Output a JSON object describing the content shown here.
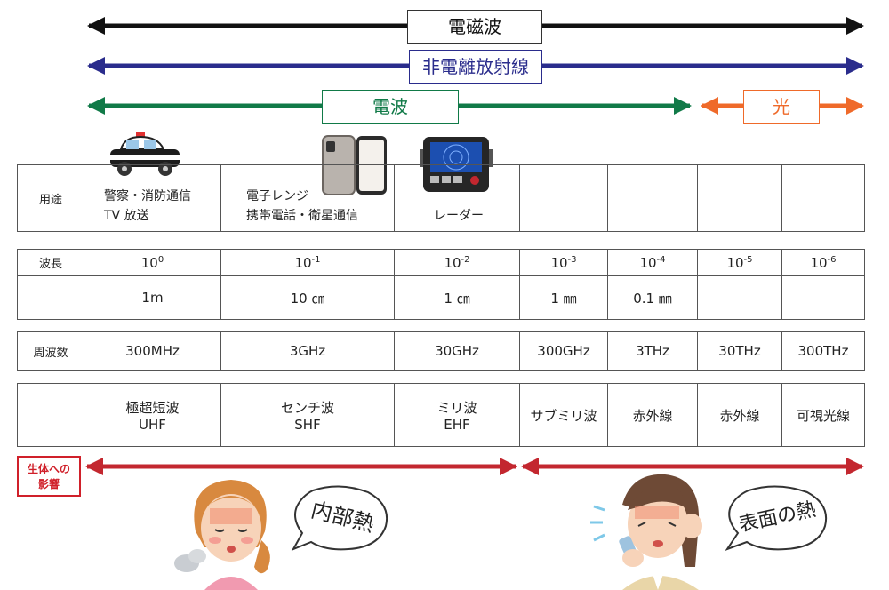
{
  "colors": {
    "em_wave": "#111111",
    "non_ionizing": "#2a2c8c",
    "radio": "#117a48",
    "light": "#ef6a2a",
    "bio_effect": "#c3272f"
  },
  "ranges": {
    "em_wave": "電磁波",
    "non_ionizing": "非電離放射線",
    "radio": "電波",
    "light": "光"
  },
  "table": {
    "usage": {
      "label": "用途",
      "cells": [
        {
          "lines": [
            "警察・消防通信",
            "TV 放送"
          ],
          "icon": "police-car-icon"
        },
        {
          "lines": [
            "電子レンジ",
            "携帯電話・衛星通信"
          ],
          "icon": "smartphone-icon"
        },
        {
          "lines": [
            "",
            "レーダー"
          ],
          "icon": "radar-icon"
        },
        {
          "lines": [
            "",
            ""
          ]
        },
        {
          "lines": [
            "",
            ""
          ]
        },
        {
          "lines": [
            "",
            ""
          ]
        },
        {
          "lines": [
            "",
            ""
          ]
        }
      ]
    },
    "wavelength": {
      "label": "波長",
      "exponents": [
        {
          "base": "10",
          "exp": "0"
        },
        {
          "base": "10",
          "exp": "-1"
        },
        {
          "base": "10",
          "exp": "-2"
        },
        {
          "base": "10",
          "exp": "-3"
        },
        {
          "base": "10",
          "exp": "-4"
        },
        {
          "base": "10",
          "exp": "-5"
        },
        {
          "base": "10",
          "exp": "-6"
        }
      ],
      "values": [
        "1m",
        "10 ㎝",
        "1 ㎝",
        "1 ㎜",
        "0.1 ㎜",
        "",
        ""
      ]
    },
    "frequency": {
      "label": "周波数",
      "values": [
        "300MHz",
        "3GHz",
        "30GHz",
        "300GHz",
        "3THz",
        "30THz",
        "300THz"
      ]
    },
    "bands": [
      [
        "極超短波",
        "UHF"
      ],
      [
        "センチ波",
        "SHF"
      ],
      [
        "ミリ波",
        "EHF"
      ],
      [
        "サブミリ波",
        ""
      ],
      [
        "赤外線",
        ""
      ],
      [
        "赤外線",
        ""
      ],
      [
        "可視光線",
        ""
      ]
    ]
  },
  "effects": {
    "label_line1": "生体への",
    "label_line2": "影響",
    "internal": "内部熱",
    "surface": "表面の熱"
  }
}
